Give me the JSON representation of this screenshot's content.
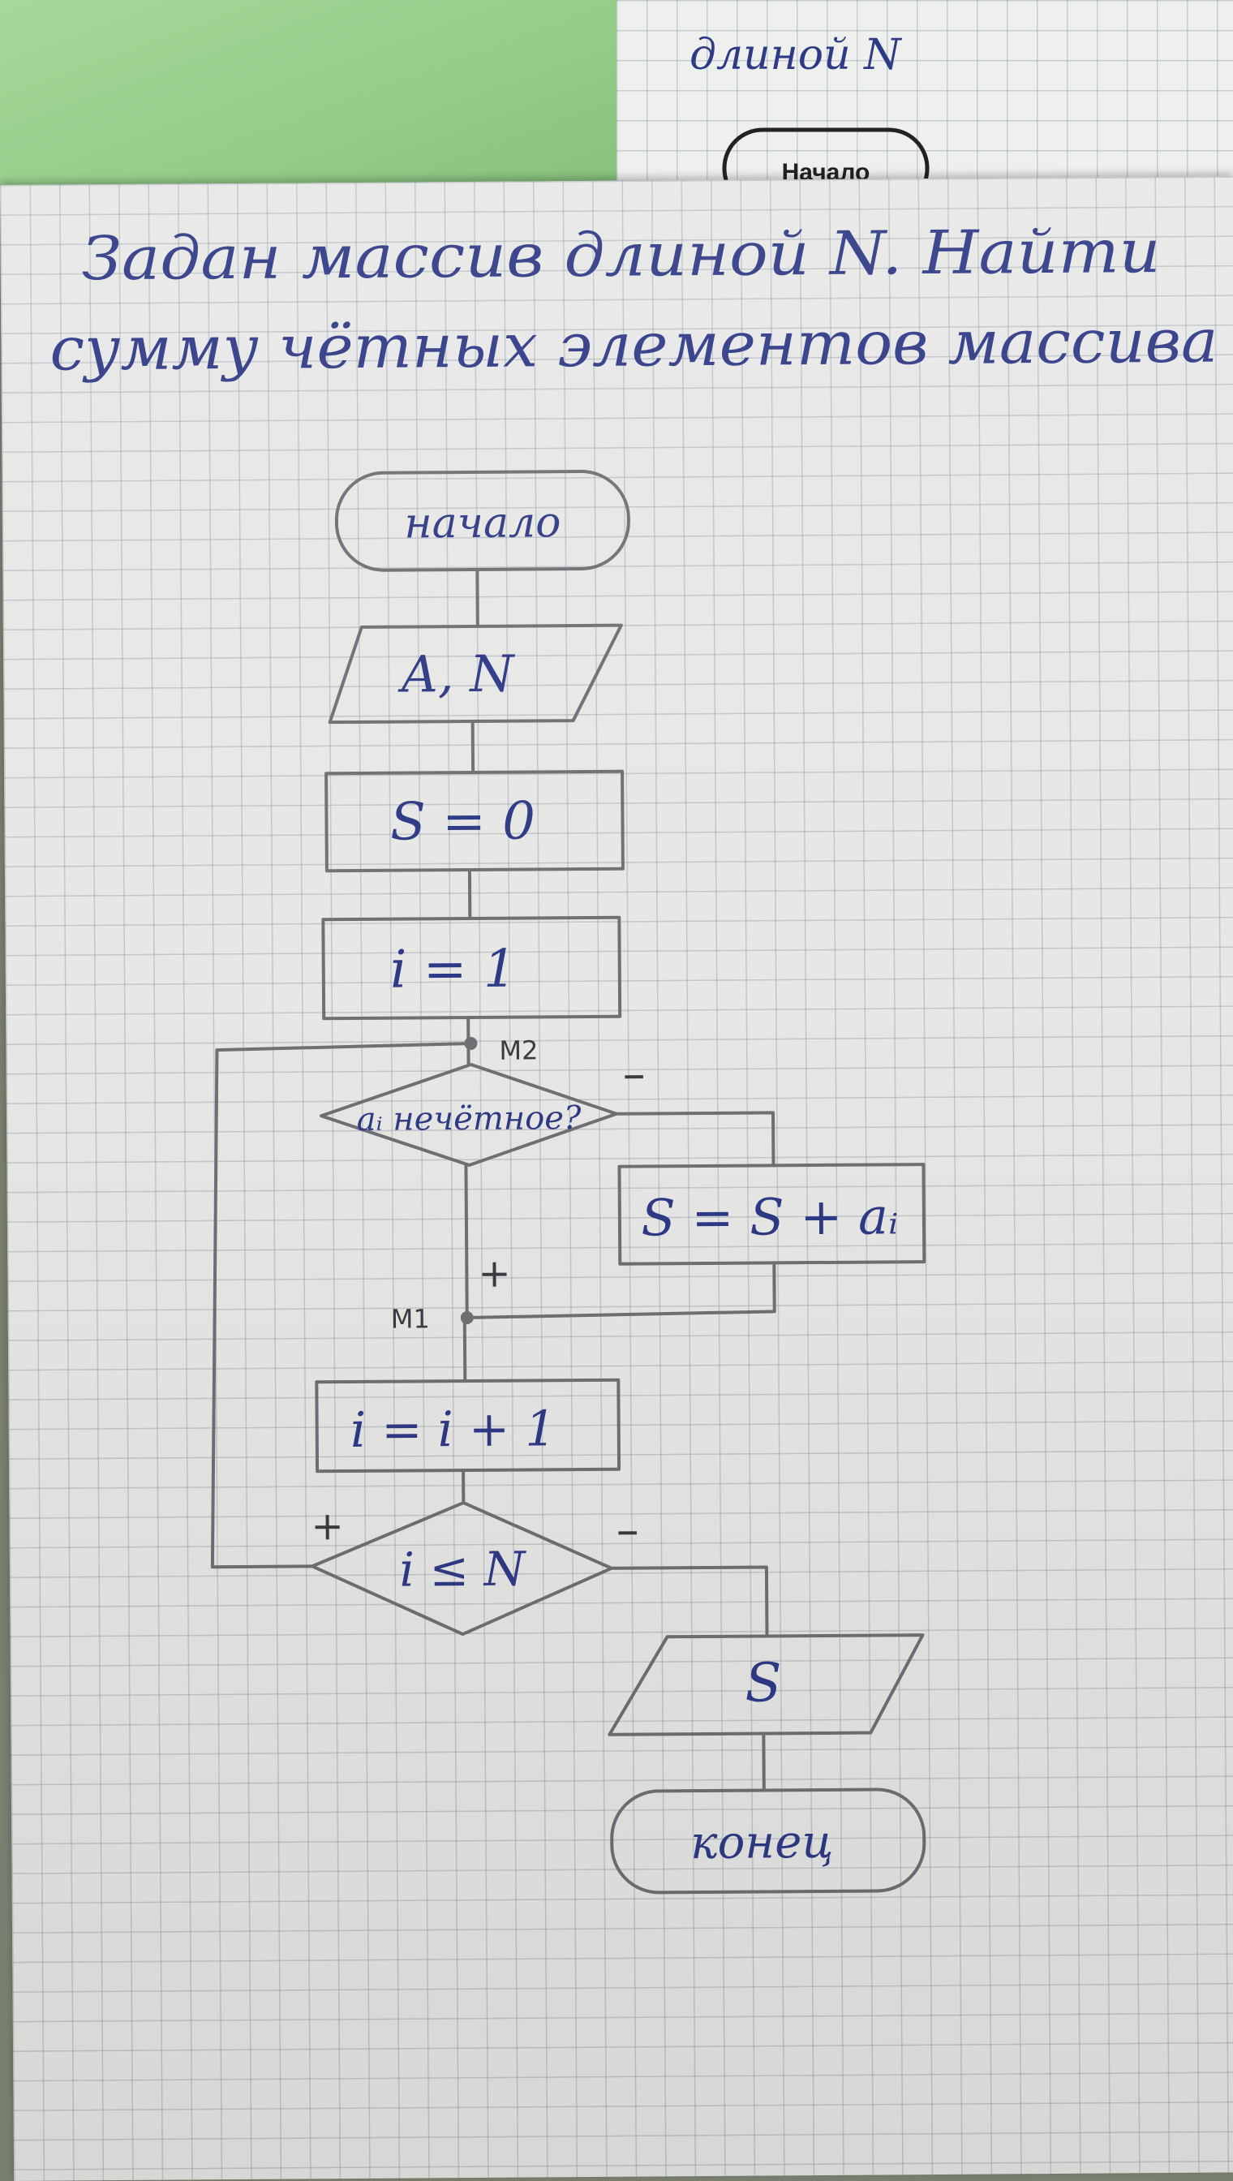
{
  "back_page": {
    "text_fragment": "длиной N",
    "start_label": "Начало"
  },
  "task": {
    "line1": "Задан массив длиной N. Найти",
    "line2": "сумму чётных элементов массива"
  },
  "flowchart": {
    "start": "начало",
    "input": "A, N",
    "init_sum": "S = 0",
    "init_index": "i = 1",
    "label_m2": "M2",
    "condition_even": "aᵢ нечётное?",
    "minus_branch_1": "–",
    "add_step": "S = S + aᵢ",
    "plus_branch_1": "+",
    "label_m1": "M1",
    "increment": "i = i + 1",
    "loop_condition": "i ≤ N",
    "plus_branch_2": "+",
    "minus_branch_2": "–",
    "output": "S",
    "end": "конец"
  }
}
